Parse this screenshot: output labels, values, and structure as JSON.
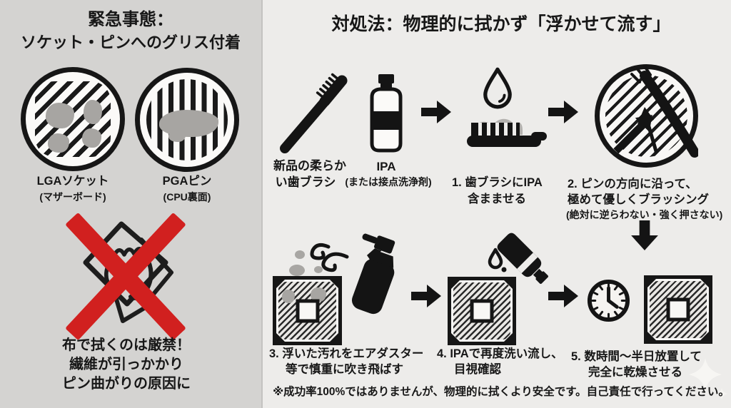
{
  "colors": {
    "left_bg": "#d4d3d1",
    "right_bg": "#edecea",
    "ink": "#171717",
    "grease_gray": "#a7a5a2",
    "paste_gray": "#b3b1ae",
    "prohibition_red": "#d1201f"
  },
  "left": {
    "title1": "緊急事態：",
    "title2": "ソケット・ピンへのグリス付着",
    "lga_label": "LGAソケット",
    "lga_sub": "(マザーボード)",
    "pga_label": "PGAピン",
    "pga_sub": "(CPU裏面)",
    "warn1": "布で拭くのは厳禁！",
    "warn2": "繊維が引っかかり",
    "warn3": "ピン曲がりの原因に"
  },
  "right": {
    "title": "対処法：物理的に拭かず「浮かせて流す」",
    "brush1": "新品の柔らか",
    "brush2": "い歯ブラシ",
    "ipa": "IPA",
    "ipa_sub": "(または接点洗浄剤)",
    "s1a": "1. 歯ブラシにIPA",
    "s1b": "含まませる",
    "s2a": "2. ピンの方向に沿って、",
    "s2b": "極めて優しくブラッシング",
    "s2note": "(絶対に逆らわない・強く押さない)",
    "s3a": "3. 浮いた汚れをエアダスター",
    "s3b": "等で慎重に吹き飛ばす",
    "s4a": "4. IPAで再度洗い流し、",
    "s4b": "目視確認",
    "s5a": "5. 数時間〜半日放置して",
    "s5b": "完全に乾燥させる",
    "footer": "※成功率100%ではありませんが、物理的に拭くより安全です。自己責任で行ってください。"
  },
  "icons": {
    "lga-socket-icon": "circle with diagonal hatch + grease blobs",
    "pga-pins-icon": "circle with vertical pin stripes + grease blob",
    "no-wipe-icon": "hand wiping with cloth, red X over it",
    "toothbrush-icon": "diagonal toothbrush",
    "ipa-bottle-icon": "bottle with black label band",
    "arrow-right-icon": "solid block arrow →",
    "arrow-down-icon": "solid block arrow ↓",
    "water-drop-icon": "outlined droplet",
    "brush-with-ipa-icon": "brush head with gray liquid on bristles",
    "brushing-direction-icon": "hatched circle with two arrows and brush stroke",
    "dust-blow-icon": "air puffs with floating particles",
    "air-duster-icon": "tilted spray can",
    "cpu-socket-icon": "chamfered square with hatch and center hole",
    "pouring-bottle-icon": "tilted bottle with droplet",
    "clock-icon": "clock at about 4 o'clock",
    "sparkle-icon": "soft four-point star"
  }
}
